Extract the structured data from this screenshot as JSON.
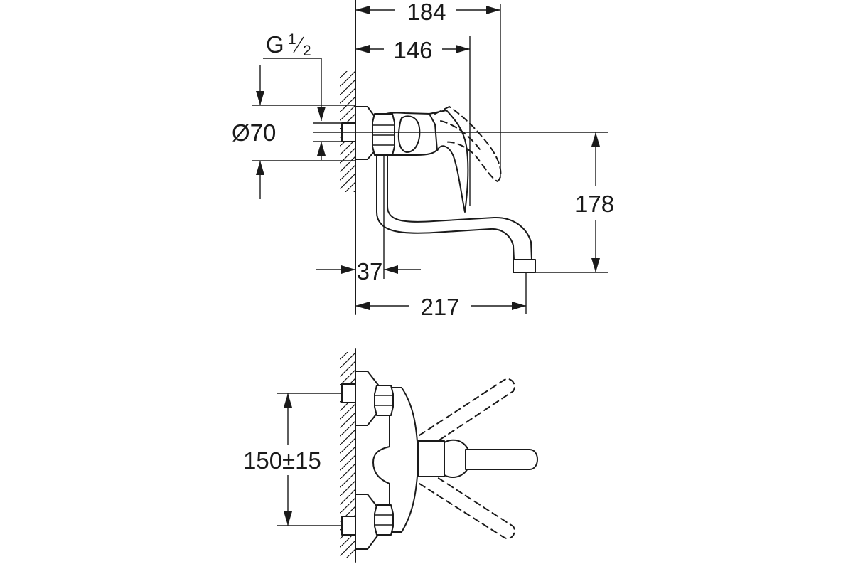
{
  "dimensions": {
    "overall_width": "184",
    "lever_reach": "146",
    "thread_main": "G",
    "thread_num": "1",
    "thread_den": "2",
    "diameter": "Ø70",
    "height": "178",
    "wall_offset": "37",
    "spout_reach": "217",
    "centre_distance": "150±15"
  }
}
